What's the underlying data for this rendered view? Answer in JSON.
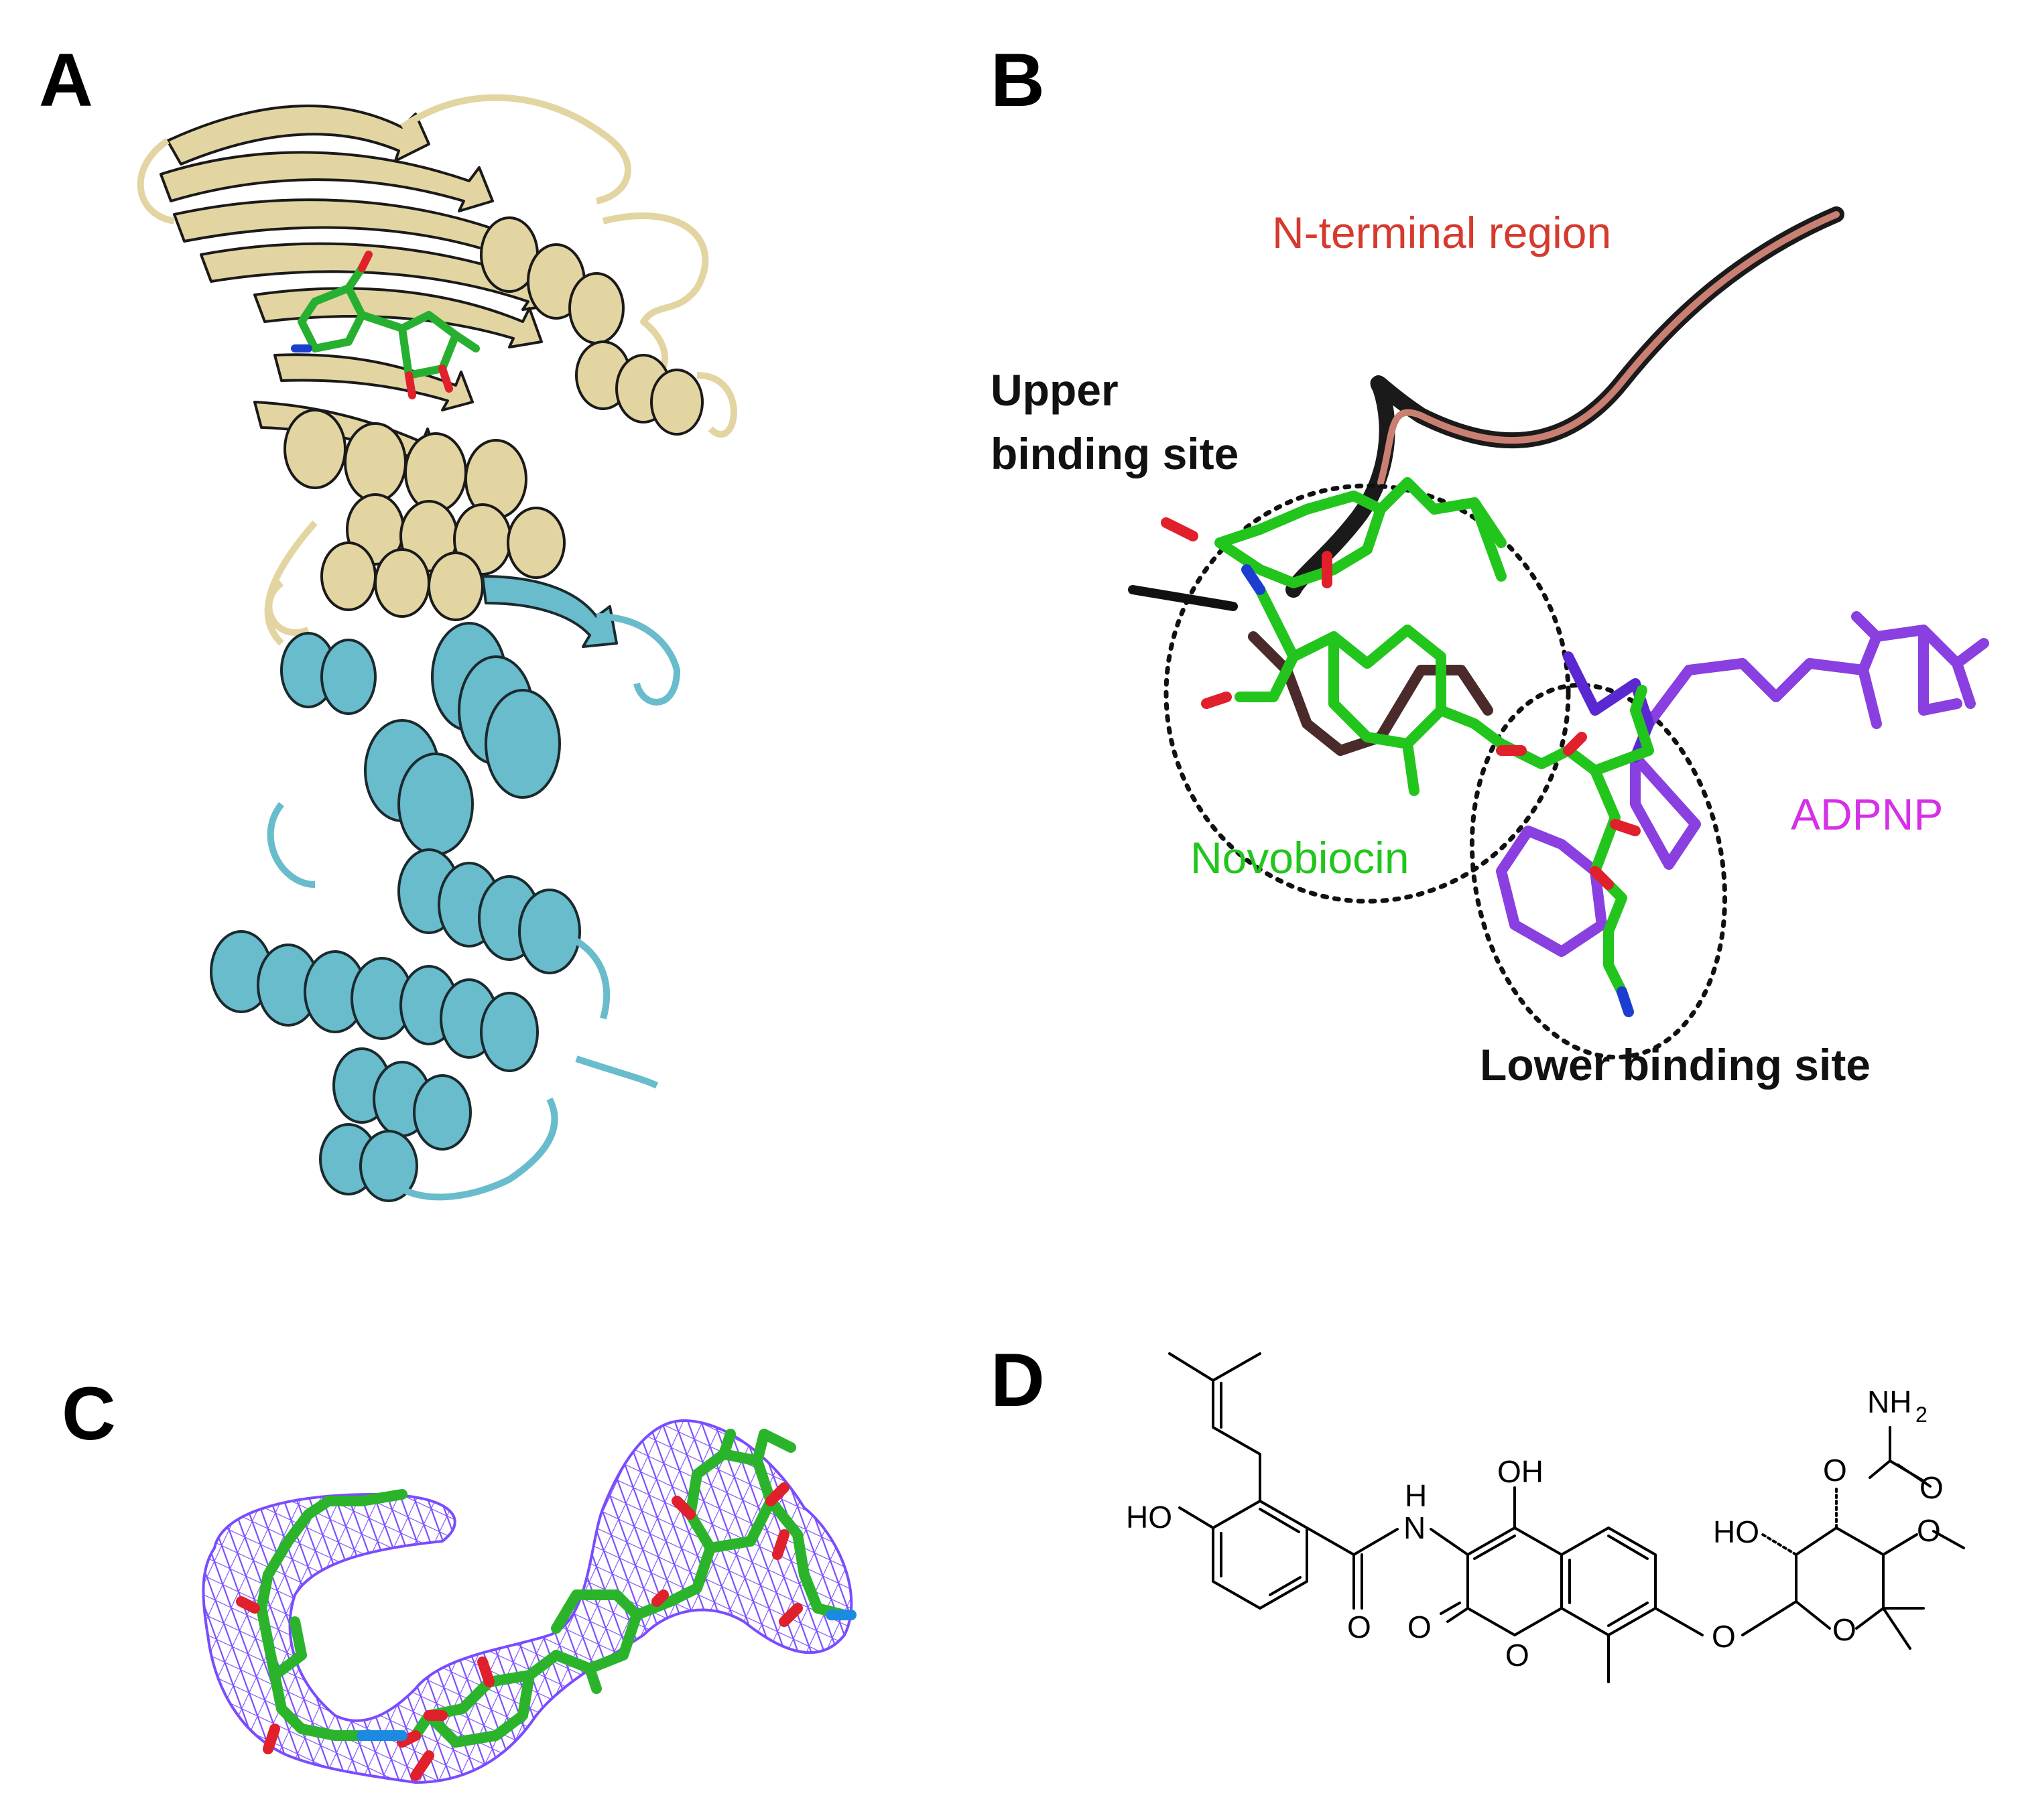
{
  "panels": {
    "A": {
      "letter": "A",
      "colors": {
        "n_domain": "#e3d5a2",
        "c_domain": "#69bccb",
        "ligand": "#27b030"
      }
    },
    "B": {
      "letter": "B",
      "labels": {
        "n_terminal": "N-terminal region",
        "upper_1": "Upper",
        "upper_2": "binding site",
        "lower": "Lower binding site",
        "novobiocin": "Novobiocin",
        "adpnp": "ADPNP"
      },
      "colors": {
        "n_terminal": "#d63a2e",
        "novobiocin": "#22c51c",
        "adpnp": "#d630e6",
        "loop": "#c98073"
      }
    },
    "C": {
      "letter": "C",
      "colors": {
        "mesh": "#7a4cff",
        "ligand": "#2bb42b"
      }
    },
    "D": {
      "letter": "D",
      "atoms": {
        "ho_phenol": "HO",
        "nh_h": "H",
        "nh_n": "N",
        "oh_top": "OH",
        "nh2": "NH",
        "nh2_sub": "2",
        "o_carbamate": "O",
        "o_carbonyl_carb": "O",
        "ho_sugar": "HO",
        "o_methoxy": "O",
        "o_amide": "O",
        "o_lactone_co": "O",
        "o_ring_coumarin": "O",
        "o_glycosidic": "O",
        "o_ring_sugar": "O"
      }
    }
  }
}
